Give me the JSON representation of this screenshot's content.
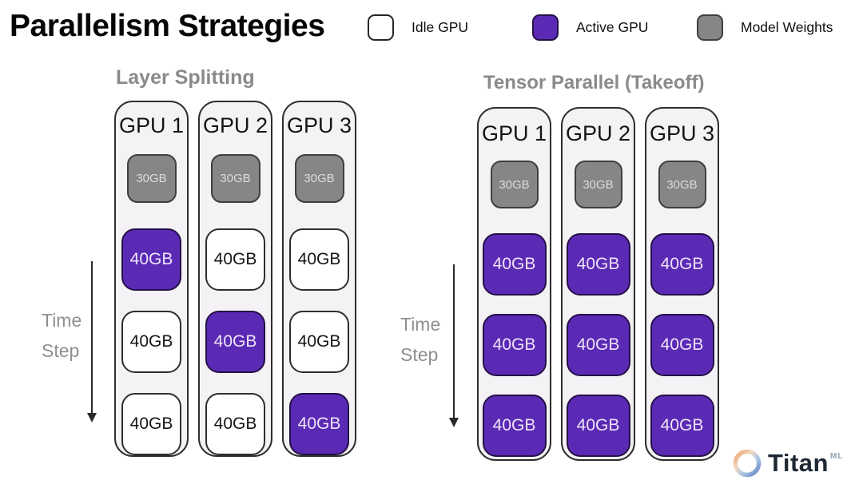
{
  "title": "Parallelism Strategies",
  "legend": [
    {
      "label": "Idle GPU",
      "type": "idle"
    },
    {
      "label": "Active GPU",
      "type": "active"
    },
    {
      "label": "Model Weights",
      "type": "weights"
    }
  ],
  "colors": {
    "active": "#5B2AB5",
    "active-border": "#241046",
    "weights": "#868686",
    "weights-border": "#3F3F3F",
    "idle": "#FFFFFF",
    "outline": "#2E2E2E",
    "column-bg": "#F4F2F4",
    "muted": "#8A8A8A"
  },
  "sections": [
    {
      "title": "Layer Splitting",
      "time_label": {
        "line1": "Time",
        "line2": "Step"
      },
      "columns": [
        {
          "name": "GPU 1",
          "weights_label": "30GB",
          "cells": [
            {
              "label": "40GB",
              "state": "active"
            },
            {
              "label": "40GB",
              "state": "idle"
            },
            {
              "label": "40GB",
              "state": "idle"
            }
          ]
        },
        {
          "name": "GPU 2",
          "weights_label": "30GB",
          "cells": [
            {
              "label": "40GB",
              "state": "idle"
            },
            {
              "label": "40GB",
              "state": "active"
            },
            {
              "label": "40GB",
              "state": "idle"
            }
          ]
        },
        {
          "name": "GPU 3",
          "weights_label": "30GB",
          "cells": [
            {
              "label": "40GB",
              "state": "idle"
            },
            {
              "label": "40GB",
              "state": "idle"
            },
            {
              "label": "40GB",
              "state": "active"
            }
          ]
        }
      ]
    },
    {
      "title": "Tensor Parallel (Takeoff)",
      "time_label": {
        "line1": "Time",
        "line2": "Step"
      },
      "columns": [
        {
          "name": "GPU 1",
          "weights_label": "30GB",
          "cells": [
            {
              "label": "40GB",
              "state": "active"
            },
            {
              "label": "40GB",
              "state": "active"
            },
            {
              "label": "40GB",
              "state": "active"
            }
          ]
        },
        {
          "name": "GPU 2",
          "weights_label": "30GB",
          "cells": [
            {
              "label": "40GB",
              "state": "active"
            },
            {
              "label": "40GB",
              "state": "active"
            },
            {
              "label": "40GB",
              "state": "active"
            }
          ]
        },
        {
          "name": "GPU 3",
          "weights_label": "30GB",
          "cells": [
            {
              "label": "40GB",
              "state": "active"
            },
            {
              "label": "40GB",
              "state": "active"
            },
            {
              "label": "40GB",
              "state": "active"
            }
          ]
        }
      ]
    }
  ],
  "logo": {
    "brand": "Titan",
    "superscript": "ML",
    "icon": "titan-ring-icon"
  }
}
